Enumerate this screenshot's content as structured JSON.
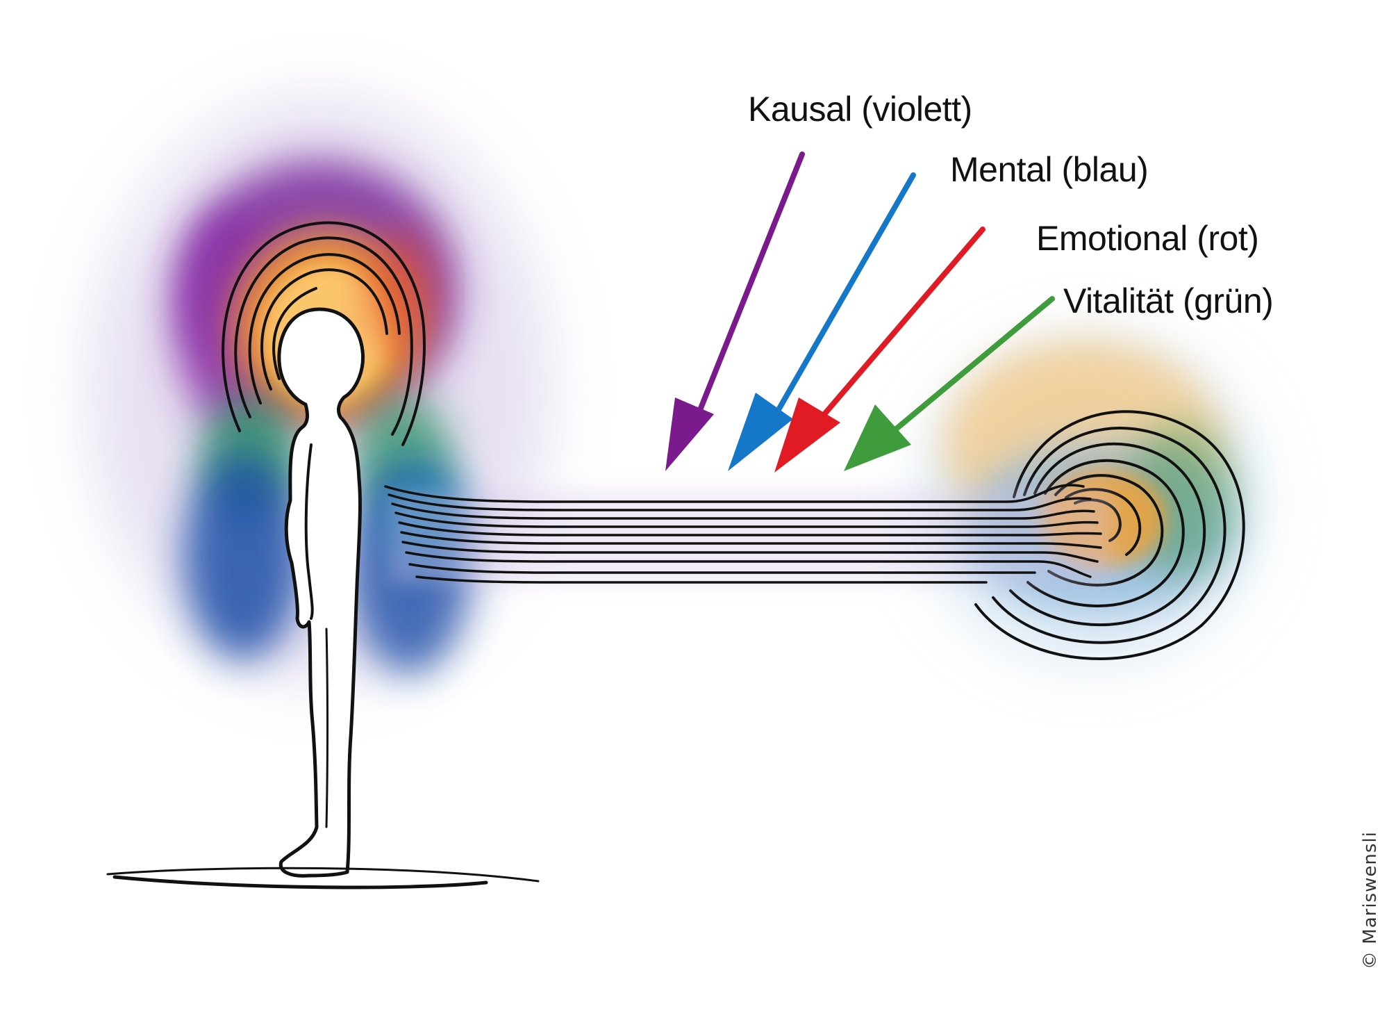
{
  "labels": {
    "causal": "Kausal (violett)",
    "mental": "Mental (blau)",
    "emotional": "Emotional (rot)",
    "vitality": "Vitalität (grün)"
  },
  "watermark": "© Mariswensli",
  "colors": {
    "causal": "#7a1a8c",
    "mental": "#1577c8",
    "emotional": "#e01b24",
    "vitality": "#3e9c3c",
    "aura_orange": "#f3a233",
    "aura_green": "#1e8a5a",
    "aura_blue": "#1a4fa8",
    "line": "#111111"
  }
}
